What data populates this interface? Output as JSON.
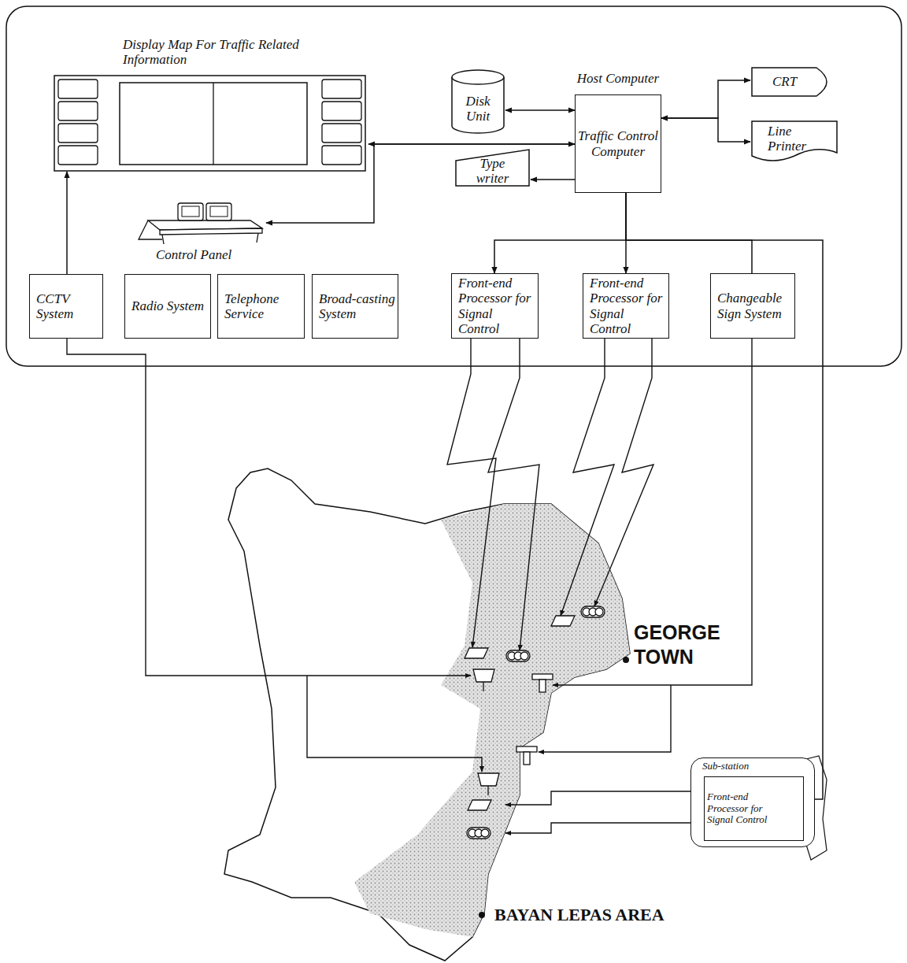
{
  "diagram": {
    "nodes": [
      {
        "text": [
          "Display Map For Traffic Related Information"
        ]
      },
      {
        "text": [
          "Control Panel"
        ]
      },
      {
        "text": [
          "Disk Unit"
        ]
      },
      {
        "text": [
          "Type writer"
        ]
      },
      {
        "text": [
          "Host Computer",
          "Traffic Control Computer"
        ]
      },
      {
        "text": [
          "CRT"
        ]
      },
      {
        "text": [
          "Line Printer"
        ]
      },
      {
        "text": [
          "CCTV System"
        ]
      },
      {
        "text": [
          "Radio System"
        ]
      },
      {
        "text": [
          "Telephone Service"
        ]
      },
      {
        "text": [
          "Broad-casting System"
        ]
      },
      {
        "text": [
          "Front-end Processor for Signal Control"
        ]
      },
      {
        "text": [
          "Front-end Processor for Signal Control"
        ]
      },
      {
        "text": [
          "Changeable Sign System"
        ]
      },
      {
        "text": [
          "Sub-station"
        ]
      },
      {
        "text": [
          "Front-end Processor for Signal Control"
        ],
        "in": 14
      }
    ],
    "edges": [
      {
        "from": 2,
        "to": 4,
        "arrow": "both"
      },
      {
        "from": 4,
        "to": 3,
        "arrow": "to"
      },
      {
        "from": 4,
        "to": 0,
        "arrow": "both"
      },
      {
        "from": 4,
        "to": 1,
        "arrow": "to"
      },
      {
        "from": 4,
        "to": 5,
        "arrow": "both"
      },
      {
        "from": 4,
        "to": 6,
        "arrow": "both"
      },
      {
        "from": 7,
        "to": 0,
        "arrow": "to"
      },
      {
        "from": 4,
        "to": 11,
        "arrow": "to"
      },
      {
        "from": 4,
        "to": 12,
        "arrow": "to"
      },
      {
        "from": 4,
        "to": 13,
        "arrow": "none"
      },
      {
        "from": 4,
        "to": 15,
        "arrow": "to"
      }
    ],
    "labels": [
      "GEORGE TOWN",
      "BAYAN LEPAS AREA"
    ]
  }
}
